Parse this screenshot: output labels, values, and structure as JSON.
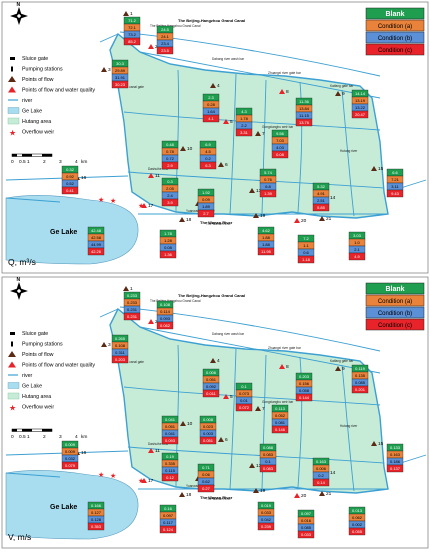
{
  "colors": {
    "blank": "#1e9e4e",
    "cond_a": "#e9823a",
    "cond_b": "#5b8fd6",
    "cond_c": "#e8242a",
    "lake": "#a8dcef",
    "area": "#c6ecd8",
    "river": "#3da0d2",
    "outline": "#222222"
  },
  "panels": [
    {
      "id": "q",
      "caption": "Q, m³/s",
      "legend_right": [
        "Blank",
        "Condition (a)",
        "Condition (b)",
        "Condition (c)"
      ],
      "legend_left": [
        "Sluice gate",
        "Pumping stations",
        "Points of flow",
        "Points of flow and water quality",
        "river",
        "Ge Lake",
        "Hutang area",
        "Overflow weir"
      ],
      "scale_labels": [
        "0",
        "0.5",
        "1",
        "2",
        "3",
        "4",
        "km"
      ],
      "lake_label": "Ge Lake",
      "north": "N",
      "canal_labels": [
        "The Beijing-Hangzhou Grand Canal",
        "The Wanan River"
      ],
      "stations": [
        {
          "n": "1",
          "v": [
            "71.2",
            "72.1",
            "73.2",
            "85.2"
          ]
        },
        {
          "n": "2",
          "v": [
            "24.5",
            "24.1",
            "23.4",
            "23.5"
          ]
        },
        {
          "n": "3",
          "v": [
            "30.3",
            "29.89",
            "31.91",
            "30.23"
          ]
        },
        {
          "n": "4",
          "v": [
            "2.3",
            "0.28",
            "1.64",
            "4.1"
          ]
        },
        {
          "n": "5",
          "v": [
            "4.3",
            "1.78",
            "2.2",
            "3.31"
          ]
        },
        {
          "n": "6",
          "v": [
            "6.9",
            "4.5",
            "0.2",
            "6.3"
          ]
        },
        {
          "n": "7",
          "v": [
            "9.56",
            "7.03",
            "4.03",
            "0.08"
          ]
        },
        {
          "n": "8",
          "v": [
            "11.36",
            "13.84",
            "11.15",
            "13.76"
          ]
        },
        {
          "n": "9",
          "v": [
            "14.14",
            "13.19",
            "13.22",
            "20.47"
          ]
        },
        {
          "n": "10",
          "v": [
            "0.48",
            "0.78",
            "0.72",
            "2.9"
          ]
        },
        {
          "n": "11",
          "v": [
            "0.3",
            "2.05",
            "2.4",
            "3.9"
          ]
        },
        {
          "n": "12",
          "v": [
            "1.92",
            "0.09",
            "1.89",
            "2.7"
          ]
        },
        {
          "n": "13",
          "v": [
            "5.74",
            "0.76",
            "6.8",
            "1.39"
          ]
        },
        {
          "n": "14",
          "v": [
            "5.32",
            "4.91",
            "2.51",
            "5.85"
          ]
        },
        {
          "n": "15",
          "v": [
            "6.6",
            "7.21",
            "3.11",
            "9.43"
          ]
        },
        {
          "n": "16",
          "v": [
            "0.32",
            "0.92",
            "0.52",
            "0.41"
          ]
        },
        {
          "n": "17",
          "v": [
            "42.48",
            "42.58",
            "44.99",
            "42.26"
          ]
        },
        {
          "n": "18",
          "v": [
            "1.78",
            "1.28",
            "0.08",
            "1.36"
          ]
        },
        {
          "n": "19",
          "v": [
            "4.62",
            "1.88",
            "1.88",
            "11.95"
          ]
        },
        {
          "n": "20",
          "v": [
            "7.2",
            "1.1",
            "0.6",
            "1.18"
          ]
        },
        {
          "n": "21",
          "v": [
            "3.03",
            "1.0",
            "2.1",
            "4.9"
          ]
        }
      ]
    },
    {
      "id": "v",
      "caption": "V, m/s",
      "legend_right": [
        "Blank",
        "Condition (a)",
        "Condition (b)",
        "Condition (c)"
      ],
      "legend_left": [
        "Sluice gate",
        "Pumping stations",
        "Points of flow",
        "Points of flow and water quality",
        "river",
        "Ge Lake",
        "Hutang area",
        "Overflow weir"
      ],
      "scale_labels": [
        "0",
        "0.5",
        "1",
        "2",
        "3",
        "4",
        "km"
      ],
      "lake_label": "Ge Lake",
      "north": "N",
      "canal_labels": [
        "The Beijing-Hangzhou Grand Canal",
        "The Wanan River"
      ],
      "stations": [
        {
          "n": "1",
          "v": [
            "0.233",
            "0.233",
            "0.231",
            "0.231"
          ]
        },
        {
          "n": "2",
          "v": [
            "0.108",
            "0.114",
            "0.093",
            "0.062"
          ]
        },
        {
          "n": "3",
          "v": [
            "0.265",
            "0.108",
            "0.311",
            "0.203"
          ]
        },
        {
          "n": "4",
          "v": [
            "0.006",
            "0.051",
            "0.092",
            "0.011"
          ]
        },
        {
          "n": "5",
          "v": [
            "0.1",
            "0.073",
            "0.01",
            "0.072"
          ]
        },
        {
          "n": "6",
          "v": [
            "0.008",
            "0.023",
            "0.003",
            "0.051"
          ]
        },
        {
          "n": "7",
          "v": [
            "0.113",
            "0.052",
            "0.081",
            "0.146"
          ]
        },
        {
          "n": "8",
          "v": [
            "0.203",
            "0.156",
            "0.058",
            "0.144"
          ]
        },
        {
          "n": "9",
          "v": [
            "0.119",
            "0.135",
            "0.085",
            "0.201"
          ]
        },
        {
          "n": "10",
          "v": [
            "0.041",
            "0.051",
            "0.041",
            "0.093"
          ]
        },
        {
          "n": "11",
          "v": [
            "0.19",
            "0.335",
            "0.115",
            "0.12"
          ]
        },
        {
          "n": "12",
          "v": [
            "0.71",
            "0.06",
            "0.62",
            "0.27"
          ]
        },
        {
          "n": "13",
          "v": [
            "0.088",
            "0.083",
            "0.1",
            "0.083"
          ]
        },
        {
          "n": "14",
          "v": [
            "0.163",
            "0.006",
            "0.2",
            "0.14"
          ]
        },
        {
          "n": "15",
          "v": [
            "0.133",
            "0.163",
            "0.186",
            "0.137"
          ]
        },
        {
          "n": "16",
          "v": [
            "0.009",
            "0.009",
            "0.032",
            "0.079"
          ]
        },
        {
          "n": "17",
          "v": [
            "0.166",
            "0.127",
            "0.128",
            "0.353"
          ]
        },
        {
          "n": "18",
          "v": [
            "0.16",
            "0.097",
            "0.117",
            "0.124"
          ]
        },
        {
          "n": "19",
          "v": [
            "0.019",
            "0.033",
            "0.042",
            "0.239"
          ]
        },
        {
          "n": "20",
          "v": [
            "0.097",
            "0.016",
            "0.085",
            "0.033"
          ]
        },
        {
          "n": "21",
          "v": [
            "0.013",
            "0.062",
            "0.002",
            "0.055"
          ]
        }
      ]
    }
  ]
}
